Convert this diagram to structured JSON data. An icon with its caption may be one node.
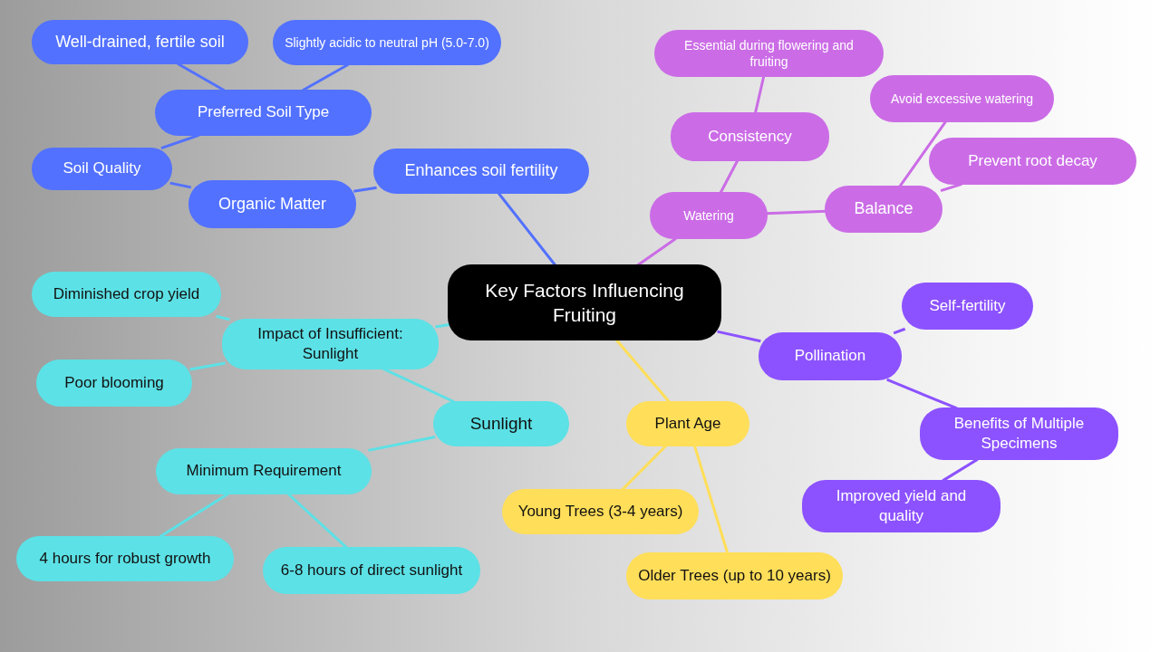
{
  "diagram": {
    "nodes": [
      {
        "text": [
          "Key Factors Influencing Fruiting"
        ]
      },
      {
        "text": [
          "Enhances soil fertility"
        ]
      },
      {
        "text": [
          "Organic Matter"
        ]
      },
      {
        "text": [
          "Soil Quality"
        ]
      },
      {
        "text": [
          "Preferred Soil Type"
        ]
      },
      {
        "text": [
          "Well-drained, fertile soil"
        ]
      },
      {
        "text": [
          "Slightly acidic to neutral pH (5.0-7.0)"
        ]
      },
      {
        "text": [
          "Watering"
        ]
      },
      {
        "text": [
          "Consistency"
        ]
      },
      {
        "text": [
          "Essential during flowering and fruiting"
        ]
      },
      {
        "text": [
          "Balance"
        ]
      },
      {
        "text": [
          "Avoid excessive watering"
        ]
      },
      {
        "text": [
          "Prevent root decay"
        ]
      },
      {
        "text": [
          "Pollination"
        ]
      },
      {
        "text": [
          "Self-fertility"
        ]
      },
      {
        "text": [
          "Benefits of Multiple Specimens"
        ]
      },
      {
        "text": [
          "Improved yield and quality"
        ]
      },
      {
        "text": [
          "Plant Age"
        ]
      },
      {
        "text": [
          "Young Trees (3-4 years)"
        ]
      },
      {
        "text": [
          "Older Trees (up to 10 years)"
        ]
      },
      {
        "text": [
          "Sunlight"
        ]
      },
      {
        "text": [
          "Impact of Insufficient: Sunlight"
        ]
      },
      {
        "text": [
          "Diminished crop yield"
        ]
      },
      {
        "text": [
          "Poor blooming"
        ]
      },
      {
        "text": [
          "Minimum Requirement"
        ]
      },
      {
        "text": [
          "4 hours for robust growth"
        ]
      },
      {
        "text": [
          "6-8 hours of direct sunlight"
        ]
      }
    ],
    "edges": [
      {
        "from": 0,
        "to": 1,
        "arrow": "none",
        "color": "#5271ff"
      },
      {
        "from": 1,
        "to": 2,
        "arrow": "none",
        "color": "#5271ff"
      },
      {
        "from": 2,
        "to": 3,
        "arrow": "none",
        "color": "#5271ff"
      },
      {
        "from": 3,
        "to": 4,
        "arrow": "none",
        "color": "#5271ff"
      },
      {
        "from": 4,
        "to": 5,
        "arrow": "none",
        "color": "#5271ff"
      },
      {
        "from": 4,
        "to": 6,
        "arrow": "none",
        "color": "#5271ff"
      },
      {
        "from": 0,
        "to": 7,
        "arrow": "none",
        "color": "#cb6ce6"
      },
      {
        "from": 7,
        "to": 8,
        "arrow": "none",
        "color": "#cb6ce6"
      },
      {
        "from": 8,
        "to": 9,
        "arrow": "none",
        "color": "#cb6ce6"
      },
      {
        "from": 7,
        "to": 10,
        "arrow": "none",
        "color": "#cb6ce6"
      },
      {
        "from": 10,
        "to": 11,
        "arrow": "none",
        "color": "#cb6ce6"
      },
      {
        "from": 10,
        "to": 12,
        "arrow": "none",
        "color": "#cb6ce6"
      },
      {
        "from": 0,
        "to": 13,
        "arrow": "none",
        "color": "#8c52ff"
      },
      {
        "from": 13,
        "to": 14,
        "arrow": "none",
        "color": "#8c52ff"
      },
      {
        "from": 13,
        "to": 15,
        "arrow": "none",
        "color": "#8c52ff"
      },
      {
        "from": 15,
        "to": 16,
        "arrow": "none",
        "color": "#8c52ff"
      },
      {
        "from": 0,
        "to": 17,
        "arrow": "none",
        "color": "#ffde59"
      },
      {
        "from": 17,
        "to": 18,
        "arrow": "none",
        "color": "#ffde59"
      },
      {
        "from": 17,
        "to": 19,
        "arrow": "none",
        "color": "#ffde59"
      },
      {
        "from": 0,
        "to": 21,
        "arrow": "none"
      },
      {
        "from": 21,
        "to": 20,
        "arrow": "none"
      },
      {
        "from": 21,
        "to": 22,
        "arrow": "none"
      },
      {
        "from": 21,
        "to": 23,
        "arrow": "none"
      },
      {
        "from": 20,
        "to": 24,
        "arrow": "none"
      },
      {
        "from": 24,
        "to": 25,
        "arrow": "none"
      },
      {
        "from": 24,
        "to": 26,
        "arrow": "none"
      }
    ]
  }
}
